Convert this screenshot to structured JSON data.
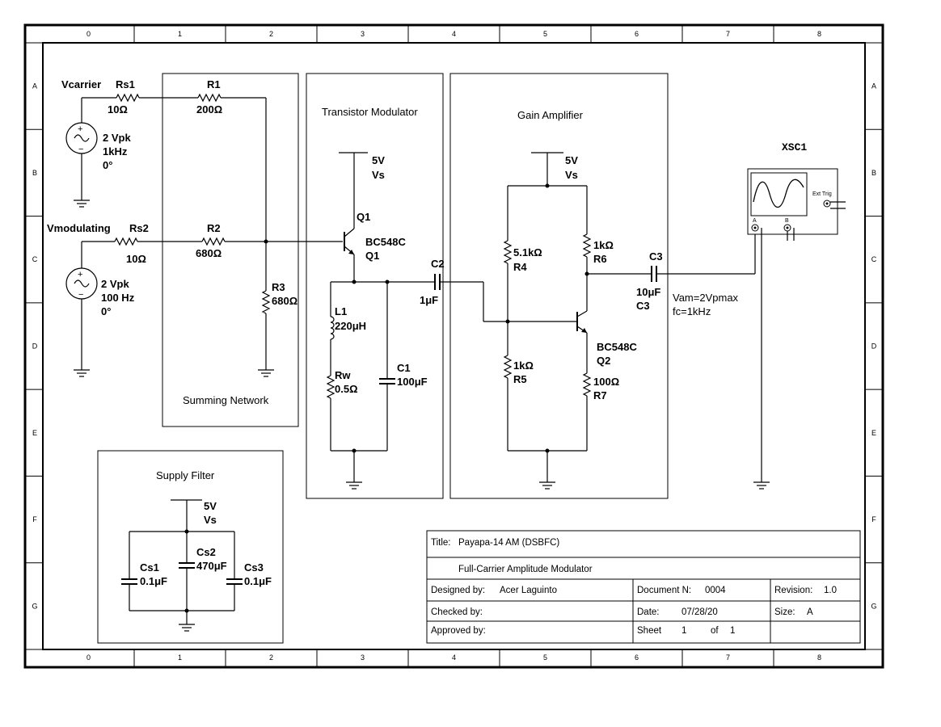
{
  "grid": {
    "columns": [
      "0",
      "1",
      "2",
      "3",
      "4",
      "5",
      "6",
      "7",
      "8"
    ],
    "rows": [
      "A",
      "B",
      "C",
      "D",
      "E",
      "F",
      "G"
    ]
  },
  "blocks": {
    "summing": "Summing  Network",
    "modulator": "Transistor  Modulator",
    "gain": "Gain  Amplifier",
    "supply": "Supply  Filter"
  },
  "components": {
    "vcarrier": {
      "name": "Vcarrier",
      "amp": "2 Vpk",
      "freq": "1kHz",
      "phase": "0°"
    },
    "vmod": {
      "name": "Vmodulating",
      "amp": "2 Vpk",
      "freq": "100 Hz",
      "phase": "0°"
    },
    "rs1": {
      "name": "Rs1",
      "value": "10Ω"
    },
    "rs2": {
      "name": "Rs2",
      "value": "10Ω"
    },
    "r1": {
      "name": "R1",
      "value": "200Ω"
    },
    "r2": {
      "name": "R2",
      "value": "680Ω"
    },
    "r3": {
      "name": "R3",
      "value": "680Ω"
    },
    "vs_mod": {
      "v": "5V",
      "name": "Vs"
    },
    "q1": {
      "name": "Q1",
      "part": "BC548C",
      "ref": "Q1"
    },
    "l1": {
      "name": "L1",
      "value": "220μH"
    },
    "rw": {
      "name": "Rw",
      "value": "0.5Ω"
    },
    "c1": {
      "name": "C1",
      "value": "100μF"
    },
    "c2": {
      "name": "C2",
      "value": "1μF"
    },
    "vs_gain": {
      "v": "5V",
      "name": "Vs"
    },
    "r4": {
      "value": "5.1kΩ",
      "name": "R4"
    },
    "r6": {
      "value": "1kΩ",
      "name": "R6"
    },
    "r5": {
      "value": "1kΩ",
      "name": "R5"
    },
    "r7": {
      "value": "100Ω",
      "name": "R7"
    },
    "q2": {
      "part": "BC548C",
      "name": "Q2"
    },
    "c3": {
      "name": "C3",
      "value": "10μF",
      "ref": "C3"
    },
    "note": {
      "line1": "Vam=2Vpmax",
      "line2": "fc=1kHz"
    },
    "xsc1": {
      "name": "XSC1",
      "ext_trig": "Ext Trig",
      "ch_a": "A",
      "ch_b": "B"
    },
    "vs_supply": {
      "v": "5V",
      "name": "Vs"
    },
    "cs1": {
      "name": "Cs1",
      "value": "0.1μF"
    },
    "cs2": {
      "name": "Cs2",
      "value": "470μF"
    },
    "cs3": {
      "name": "Cs3",
      "value": "0.1μF"
    }
  },
  "title_block": {
    "title_label": "Title:",
    "title_value": "Payapa-14 AM (DSBFC)",
    "subtitle": "Full-Carrier Amplitude Modulator",
    "designed_label": "Designed by:",
    "designed_value": "Acer Laguinto",
    "doc_label": "Document N:",
    "doc_value": "0004",
    "rev_label": "Revision:",
    "rev_value": "1.0",
    "checked_label": "Checked by:",
    "date_label": "Date:",
    "date_value": "07/28/20",
    "size_label": "Size:",
    "size_value": "A",
    "approved_label": "Approved by:",
    "sheet_label": "Sheet",
    "sheet_num": "1",
    "of_label": "of",
    "sheet_total": "1"
  }
}
